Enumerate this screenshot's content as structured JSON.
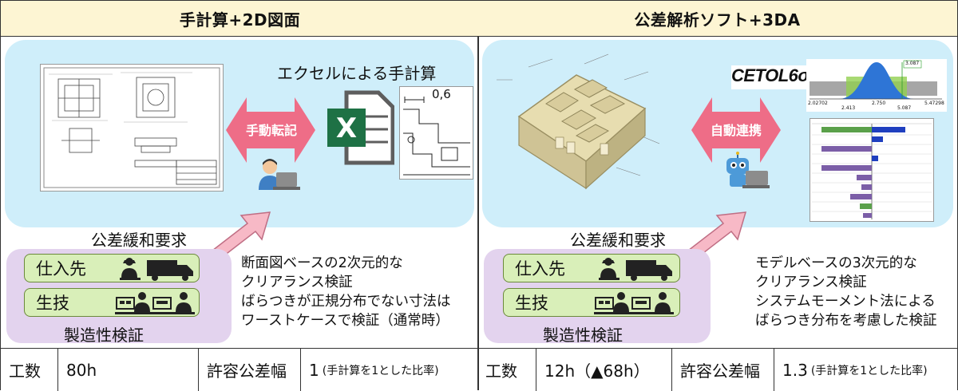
{
  "left": {
    "header": "手計算+2D図面",
    "top_caption": "エクセルによる手計算",
    "arrow_label": "手動転記",
    "cell_value": "0,6",
    "request_caption": "公差緩和要求",
    "supplier_label": "仕入先",
    "production_label": "生技",
    "manufacturability": "製造性検証",
    "desc_lines": [
      "断面図ベースの2次元的な",
      "クリアランス検証",
      "ばらつきが正規分布でない寸法は",
      "ワーストケースで検証（通常時）"
    ],
    "table": {
      "label1": "工数",
      "value1": "80h",
      "label2": "許容公差幅",
      "value2_main": "1",
      "value2_note": "(手計算を1とした比率)"
    }
  },
  "right": {
    "header": "公差解析ソフト+3DA",
    "logo": "CETOL6σ",
    "arrow_label": "自動連携",
    "request_caption": "公差緩和要求",
    "supplier_label": "仕入先",
    "production_label": "生技",
    "manufacturability": "製造性検証",
    "desc_lines": [
      "モデルベースの3次元的な",
      "クリアランス検証",
      "システムモーメント法による",
      "ばらつき分布を考慮した検証"
    ],
    "histogram_ticks": [
      "2.02702",
      "2.413",
      "2.750",
      "5.087",
      "5.47298"
    ],
    "histogram_marker": "3.087",
    "table": {
      "label1": "工数",
      "value1": "12h（▲68h）",
      "label2": "許容公差幅",
      "value2_main": "1.3",
      "value2_note": "(手計算を1とした比率)"
    }
  },
  "colors": {
    "header_bg": "#fdf5d3",
    "panel_bg": "#cfeefa",
    "group_bg": "#e3d3ee",
    "label_bg": "#d9efb9",
    "arrow_red": "#ee6d87",
    "arrow_pink": "#f7b9c6",
    "excel_green": "#1e7145"
  },
  "icons": [
    "excel-icon",
    "person-laptop-icon",
    "robot-laptop-icon",
    "truck-icon",
    "worker-icon",
    "machine-icon"
  ]
}
